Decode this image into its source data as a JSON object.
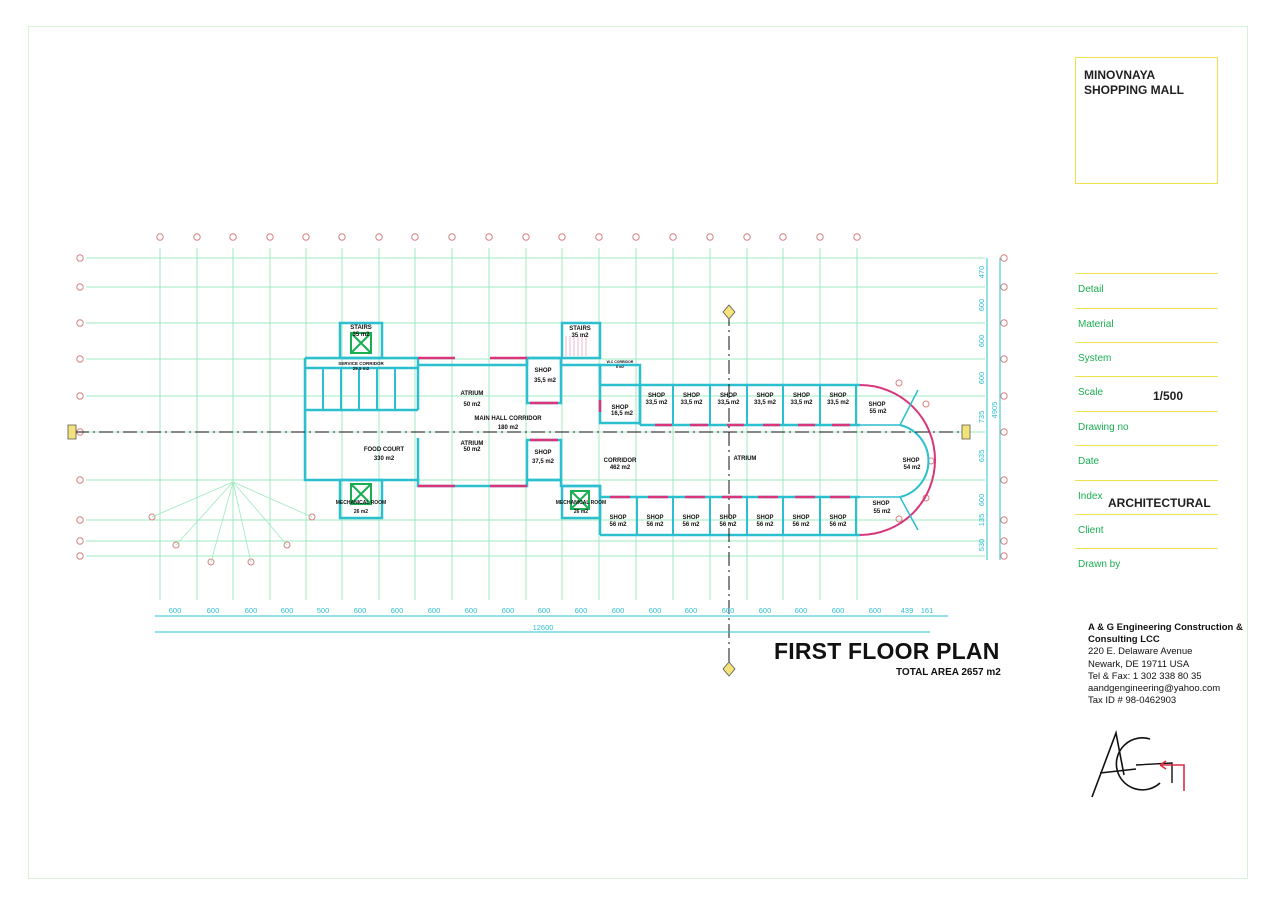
{
  "title_block": {
    "project_line1": "MINOVNAYA",
    "project_line2": "SHOPPING MALL",
    "fields": [
      {
        "label": "Detail",
        "value": ""
      },
      {
        "label": "Material",
        "value": ""
      },
      {
        "label": "System",
        "value": ""
      },
      {
        "label": "Scale",
        "value": "1/500"
      },
      {
        "label": "Drawing no",
        "value": ""
      },
      {
        "label": "Date",
        "value": ""
      },
      {
        "label": "Index",
        "value": "ARCHITECTURAL"
      },
      {
        "label": "Client",
        "value": ""
      },
      {
        "label": "Drawn by",
        "value": ""
      }
    ]
  },
  "plan": {
    "title": "FIRST FLOOR PLAN",
    "total_area": "TOTAL AREA 2657 m2"
  },
  "company": {
    "name": "A & G Engineering Construction &",
    "name2": "Consulting LCC",
    "address1": "220 E. Delaware Avenue",
    "address2": "Newark, DE 19711 USA",
    "phone": "Tel & Fax: 1 302 338 80 35",
    "email": "aandgengineering@yahoo.com",
    "tax": "Tax ID # 98-0462903"
  },
  "dimensions": {
    "bottom": [
      "600",
      "600",
      "600",
      "600",
      "500",
      "600",
      "600",
      "600",
      "600",
      "600",
      "600",
      "600",
      "600",
      "600",
      "600",
      "600",
      "600",
      "600",
      "600",
      "600",
      "439",
      "161"
    ],
    "bottom_total": "12600",
    "right": [
      "470",
      "600",
      "600",
      "600",
      "735",
      "635",
      "600",
      "135",
      "530"
    ],
    "right_total": "4905"
  },
  "rooms": {
    "stairs1": {
      "name": "STAIRS",
      "area": "35 m2"
    },
    "stairs2": {
      "name": "STAIRS",
      "area": "35 m2"
    },
    "service_corridor": {
      "name": "SERVICE CORRIDOR",
      "area": "29.5 m2"
    },
    "atrium1": {
      "name": "ATRIUM",
      "area": "50 m2"
    },
    "atrium2": {
      "name": "ATRIUM",
      "area": "50 m2"
    },
    "main_hall": {
      "name": "MAIN HALL CORRIDOR",
      "area": "180 m2"
    },
    "food_court": {
      "name": "FOOD COURT",
      "area": "330 m2"
    },
    "shop_a": {
      "name": "SHOP",
      "area": "35,5 m2"
    },
    "shop_b": {
      "name": "SHOP",
      "area": "37,5 m2"
    },
    "mech1": {
      "name": "MECHANICAL ROOM",
      "area": "26 m2"
    },
    "mech2": {
      "name": "MECHANICAL ROOM",
      "area": "26 m2"
    },
    "wc_corridor": {
      "name": "W.C CORRIDOR",
      "area": "8 m2"
    },
    "shop_small": {
      "name": "SHOP",
      "area": "16,5 m2"
    },
    "corridor": {
      "name": "CORRIDOR",
      "area": "462 m2"
    },
    "atrium3": {
      "name": "ATRIUM",
      "area": ""
    },
    "top_shops": {
      "name": "SHOP",
      "area": "33,5 m2"
    },
    "bottom_shops": {
      "name": "SHOP",
      "area": "56 m2"
    },
    "shop_r1": {
      "name": "SHOP",
      "area": "55 m2"
    },
    "shop_r2": {
      "name": "SHOP",
      "area": "54 m2"
    },
    "shop_r3": {
      "name": "SHOP",
      "area": "55 m2"
    }
  },
  "colors": {
    "grid": "#59d99a",
    "wall": "#2bbfcf",
    "door": "#d9357a",
    "column": "#d9a0a0",
    "border": "#f1e24c",
    "label_green": "#1aae52"
  }
}
